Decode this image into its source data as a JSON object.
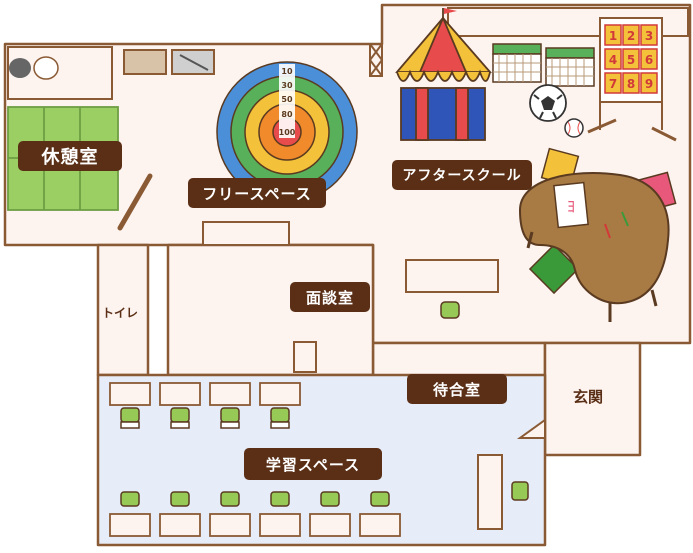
{
  "rooms": {
    "rest_room": "休憩室",
    "free_space": "フリースペース",
    "after_school": "アフタースクール",
    "interview_room": "面談室",
    "toilet": "トイレ",
    "waiting_room": "待合室",
    "entrance": "玄関",
    "study_space": "学習スペース"
  },
  "dartboard": {
    "scores": [
      "10",
      "30",
      "50",
      "80",
      "100"
    ]
  },
  "number_board": {
    "numbers": [
      "1",
      "2",
      "3",
      "4",
      "5",
      "6",
      "7",
      "8",
      "9"
    ]
  },
  "whiteboard_mark": "ﾖ",
  "colors": {
    "outline": "#8a5a34",
    "floor": "#fdf3ef",
    "study_floor": "#e6ecf8",
    "label_bg": "#5a2f16",
    "tatami": "#9ccf63",
    "table": "#a87a44",
    "chair": "#96c956"
  }
}
